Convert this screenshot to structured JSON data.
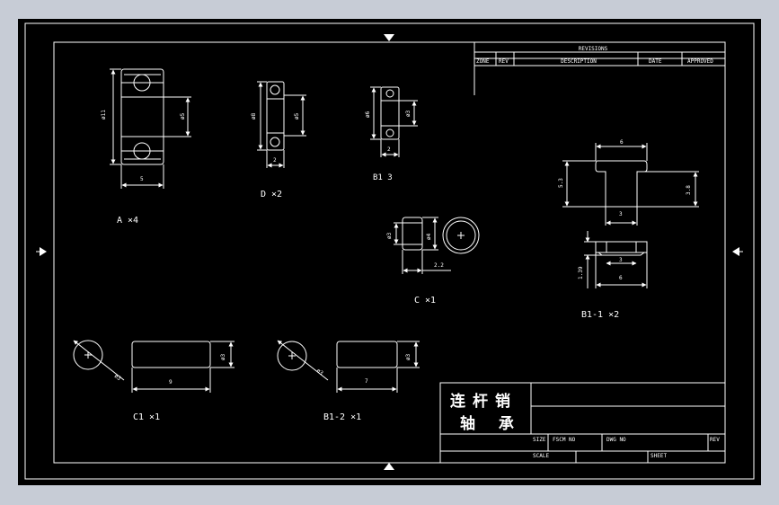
{
  "revisions_table": {
    "title": "REVISIONS",
    "columns": [
      "ZONE",
      "REV",
      "DESCRIPTION",
      "DATE",
      "APPROVED"
    ]
  },
  "title_block": {
    "title_line1": "连杆销",
    "title_line2": "轴 承",
    "size_label": "SIZE",
    "fscm_label": "FSCM NO",
    "dwg_label": "DWG NO",
    "rev_label": "REV",
    "scale_label": "SCALE",
    "sheet_label": "SHEET"
  },
  "views": {
    "a": {
      "label": "A ×4",
      "dim_outer": "ø11",
      "dim_inner": "ø5",
      "dim_width": "5"
    },
    "d": {
      "label": "D ×2",
      "dim_outer": "ø8",
      "dim_inner": "ø5",
      "dim_width": "2"
    },
    "b1": {
      "label": "B1   3",
      "dim_outer": "ø6",
      "dim_inner": "ø3",
      "dim_width": "2"
    },
    "c": {
      "label": "C ×1",
      "dim_inner": "ø3",
      "dim_outer": "ø4",
      "dim_width": "2.2"
    },
    "b11": {
      "label": "B1-1 ×2",
      "dim_top": "6",
      "dim_left": "5.3",
      "dim_right": "3.8",
      "dim_shank": "3",
      "dim_height": "1.39",
      "dim_inner": "3",
      "dim_bottom": "6"
    },
    "c1": {
      "label": "C1 ×1",
      "dim_circle": "ø3",
      "dim_length": "9",
      "dim_height": "ø3"
    },
    "b12": {
      "label": "B1-2 ×1",
      "dim_circle": "ø3",
      "dim_length": "7",
      "dim_height": "ø3"
    }
  }
}
